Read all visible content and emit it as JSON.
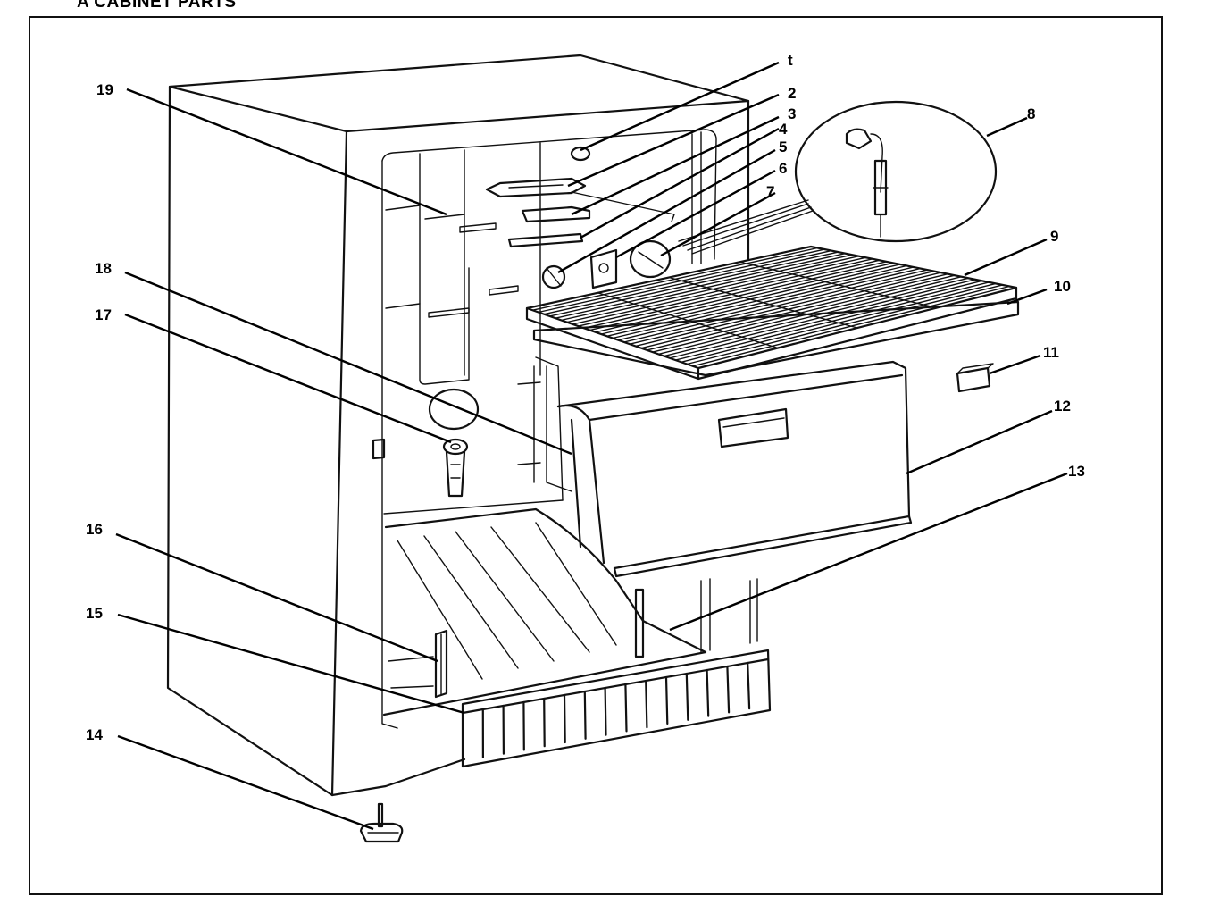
{
  "title": "A CABINET PARTS",
  "callouts": [
    {
      "id": "c1",
      "label": "t"
    },
    {
      "id": "c2",
      "label": "2"
    },
    {
      "id": "c3",
      "label": "3"
    },
    {
      "id": "c4",
      "label": "4"
    },
    {
      "id": "c5",
      "label": "5"
    },
    {
      "id": "c6",
      "label": "6"
    },
    {
      "id": "c7",
      "label": "7"
    },
    {
      "id": "c8",
      "label": "8"
    },
    {
      "id": "c9",
      "label": "9"
    },
    {
      "id": "c10",
      "label": "10"
    },
    {
      "id": "c11",
      "label": "11"
    },
    {
      "id": "c12",
      "label": "12"
    },
    {
      "id": "c13",
      "label": "13"
    },
    {
      "id": "c14",
      "label": "14"
    },
    {
      "id": "c15",
      "label": "15"
    },
    {
      "id": "c16",
      "label": "16"
    },
    {
      "id": "c17",
      "label": "17"
    },
    {
      "id": "c18",
      "label": "18"
    },
    {
      "id": "c19",
      "label": "19"
    }
  ]
}
